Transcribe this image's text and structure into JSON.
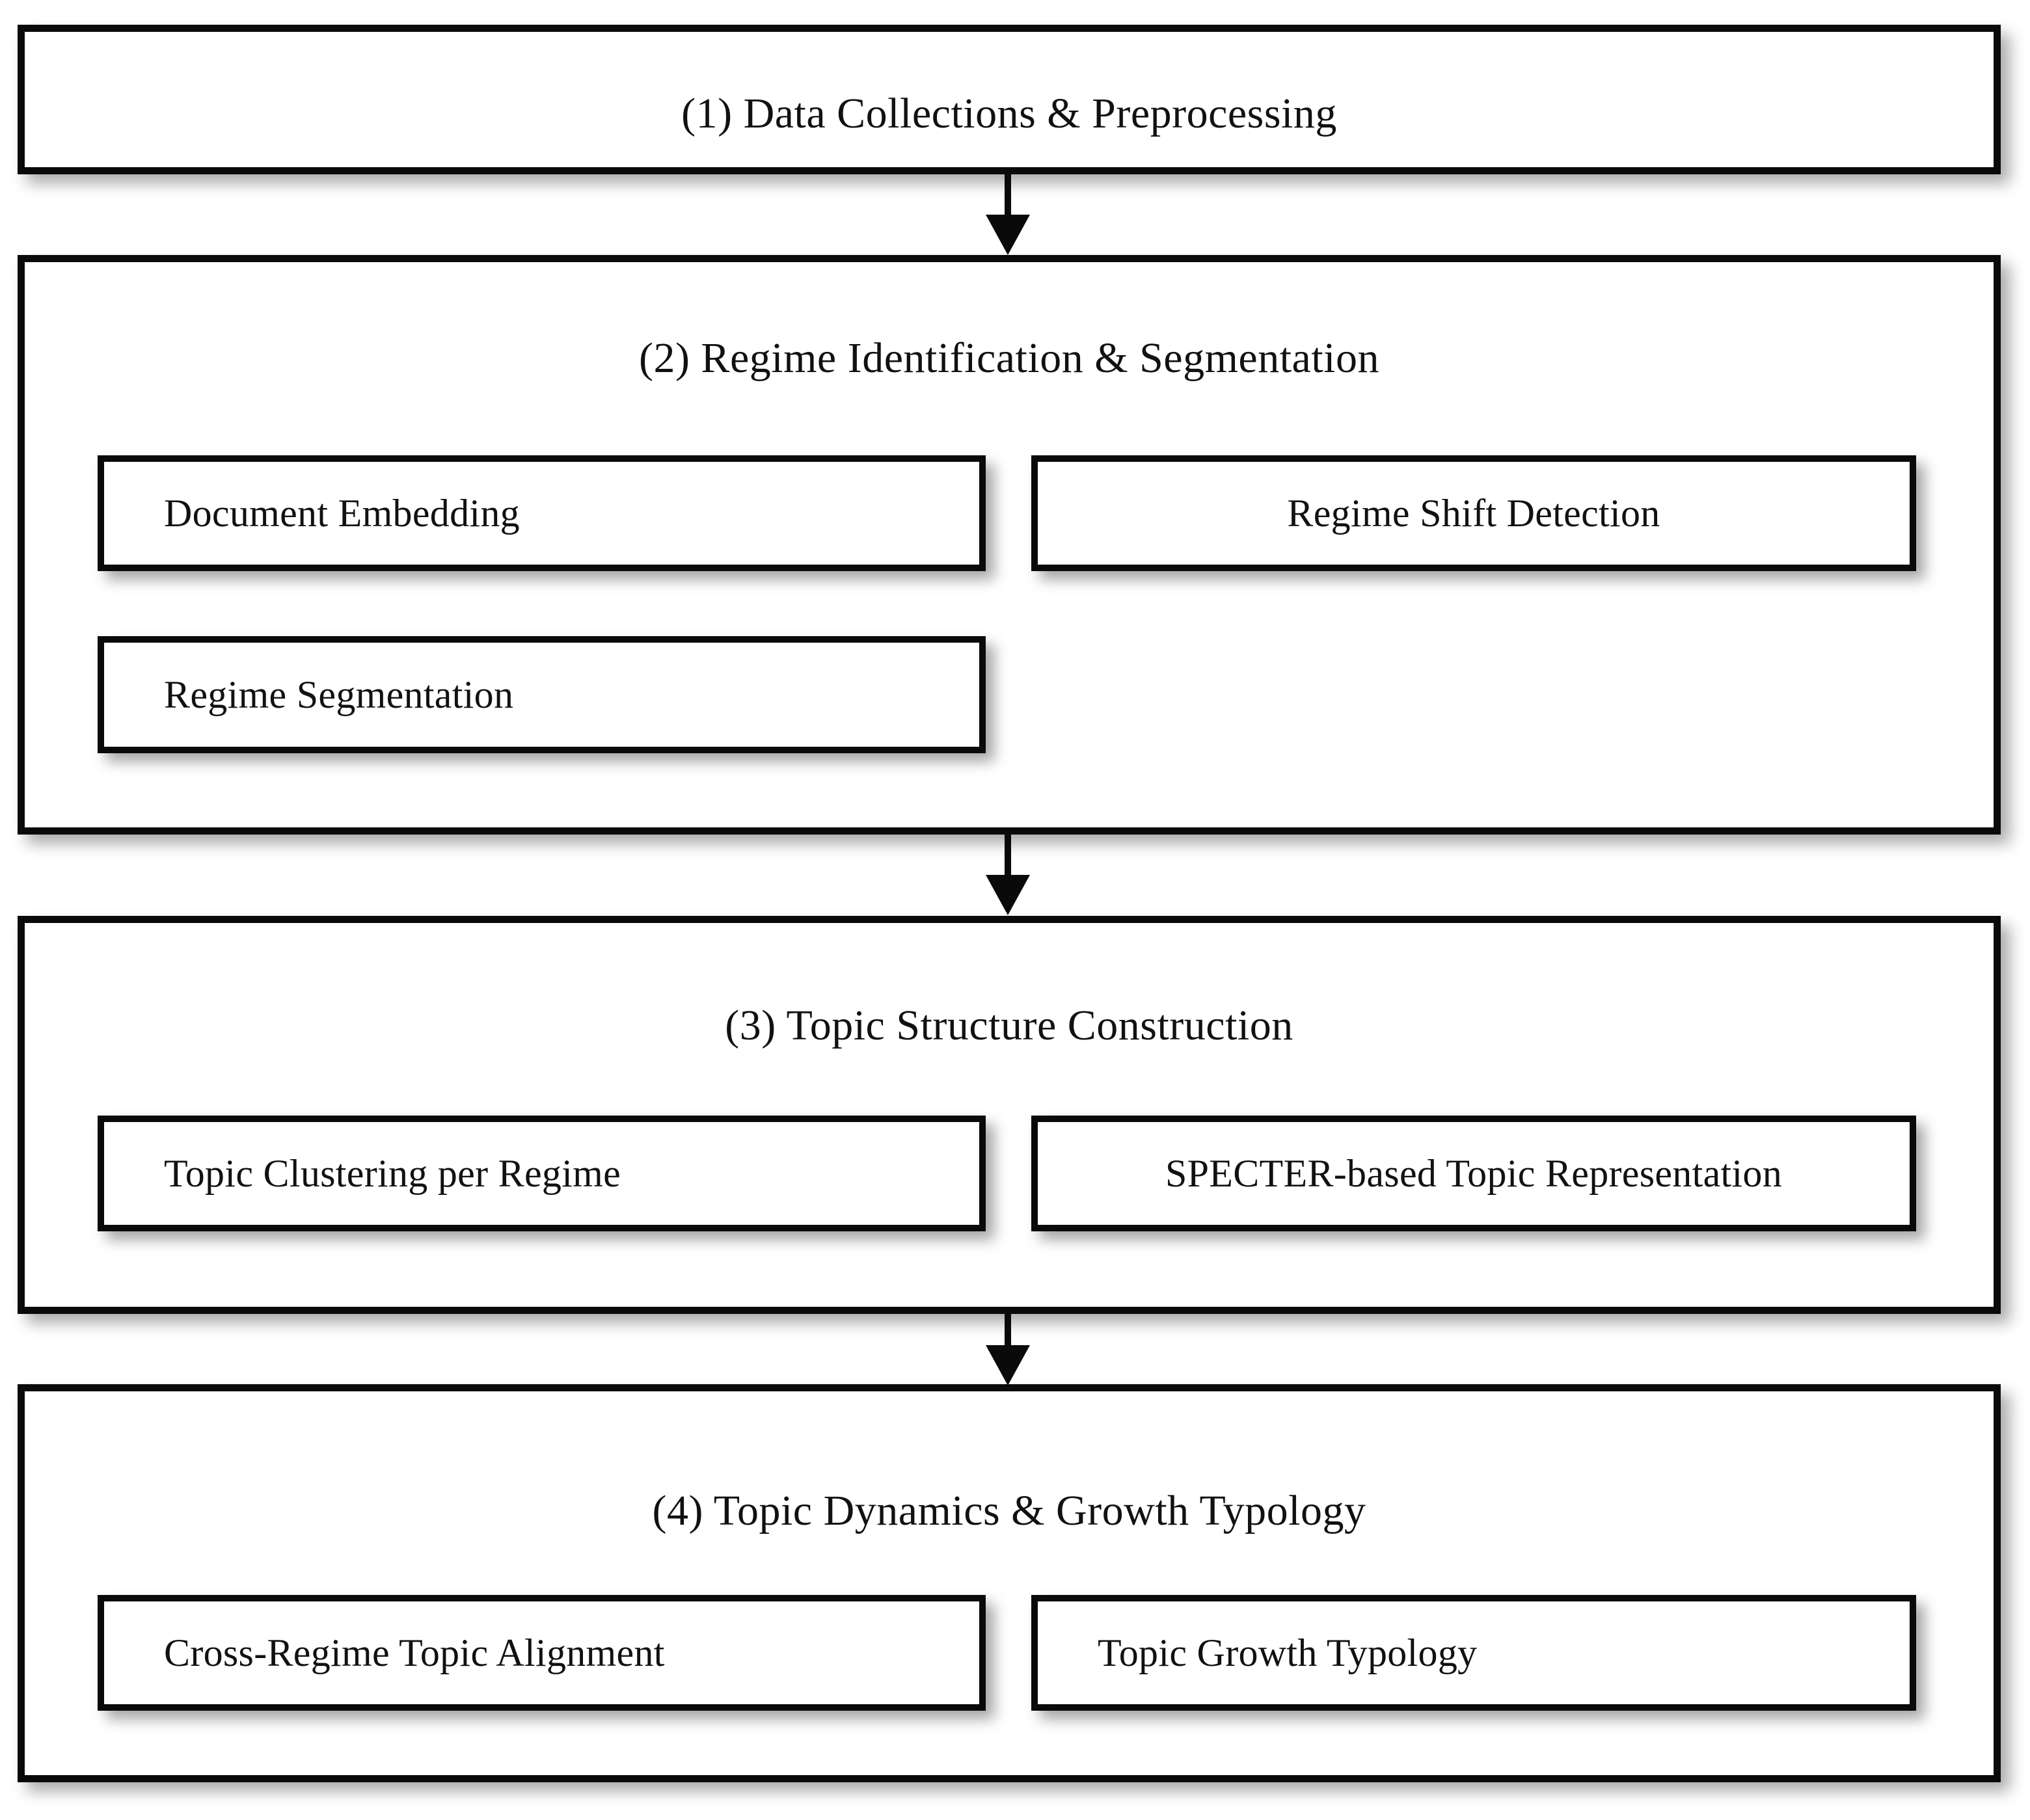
{
  "diagram": {
    "title": "Four-stage research pipeline flowchart",
    "colors": {
      "border": "#0a0a0a",
      "background": "#ffffff",
      "text": "#111111"
    },
    "stages": [
      {
        "id": "stage-1",
        "title": "(1) Data Collections & Preprocessing",
        "children": []
      },
      {
        "id": "stage-2",
        "title": "(2) Regime Identification  & Segmentation",
        "children": [
          {
            "label": "Document Embedding",
            "align": "left"
          },
          {
            "label": "Regime Shift Detection",
            "align": "center"
          },
          {
            "label": "Regime Segmentation",
            "align": "left"
          }
        ]
      },
      {
        "id": "stage-3",
        "title": "(3) Topic Structure Construction",
        "children": [
          {
            "label": "Topic Clustering per Regime",
            "align": "left"
          },
          {
            "label": "SPECTER-based Topic Representation",
            "align": "center"
          }
        ]
      },
      {
        "id": "stage-4",
        "title": "(4) Topic Dynamics & Growth Typology",
        "children": [
          {
            "label": "Cross-Regime Topic Alignment",
            "align": "left"
          },
          {
            "label": "Topic Growth Typology",
            "align": "left"
          }
        ]
      }
    ],
    "connectors": [
      {
        "id": "arrow-1-2",
        "from": "stage-1",
        "to": "stage-2",
        "direction": "down"
      },
      {
        "id": "arrow-2-3",
        "from": "stage-2",
        "to": "stage-3",
        "direction": "down"
      },
      {
        "id": "arrow-3-4",
        "from": "stage-3",
        "to": "stage-4",
        "direction": "down"
      }
    ]
  }
}
